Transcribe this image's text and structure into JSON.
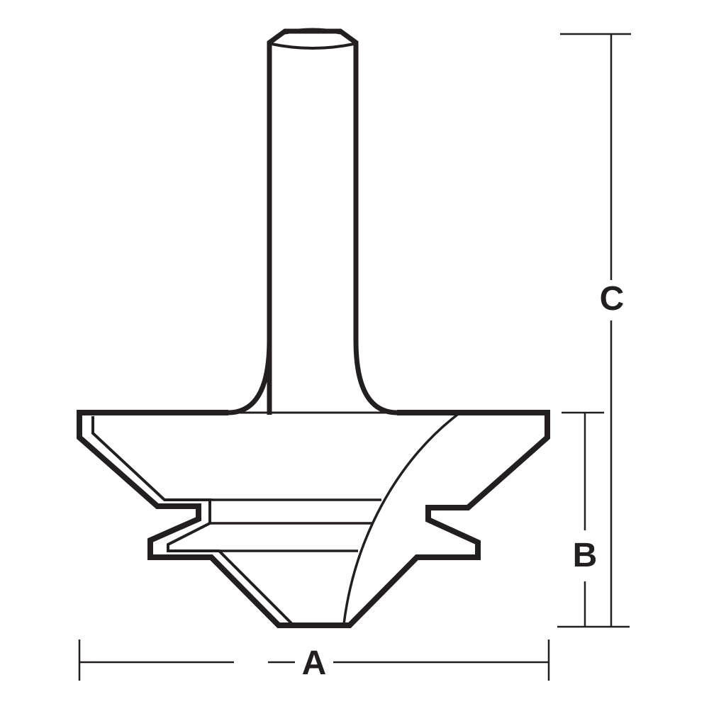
{
  "diagram": {
    "subject": "router bit profile (lock miter style) with shank",
    "stroke_color": "#231f20",
    "background": "#ffffff",
    "dimensions": {
      "A": {
        "label": "A",
        "orientation": "horizontal",
        "meaning": "overall cutting diameter"
      },
      "B": {
        "label": "B",
        "orientation": "vertical",
        "meaning": "cutting height"
      },
      "C": {
        "label": "C",
        "orientation": "vertical",
        "meaning": "overall length"
      }
    }
  }
}
